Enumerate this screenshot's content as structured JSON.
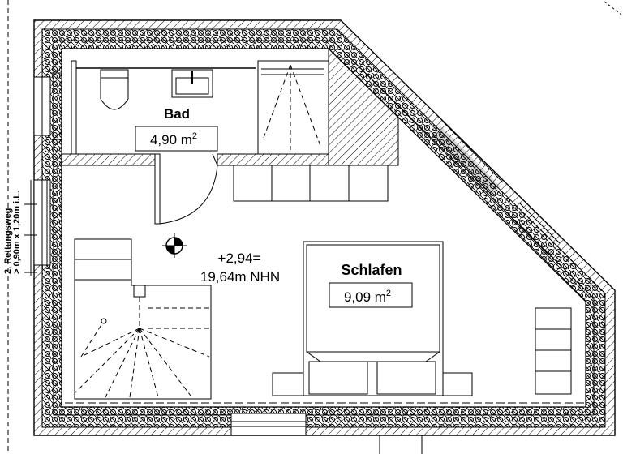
{
  "rooms": {
    "bad": {
      "name": "Bad",
      "area_value": "4,90 m",
      "area_unit_exp": "2"
    },
    "schlafen": {
      "name": "Schlafen",
      "area_value": "9,09 m",
      "area_unit_exp": "2"
    }
  },
  "elevation": {
    "line1": "+2,94=",
    "line2": "19,64m NHN"
  },
  "escape_route": {
    "line1": "2. Rettungsweg",
    "line2": "> 0,90m x 1,20m i.L."
  },
  "colors": {
    "line": "#000000",
    "background": "#ffffff"
  }
}
